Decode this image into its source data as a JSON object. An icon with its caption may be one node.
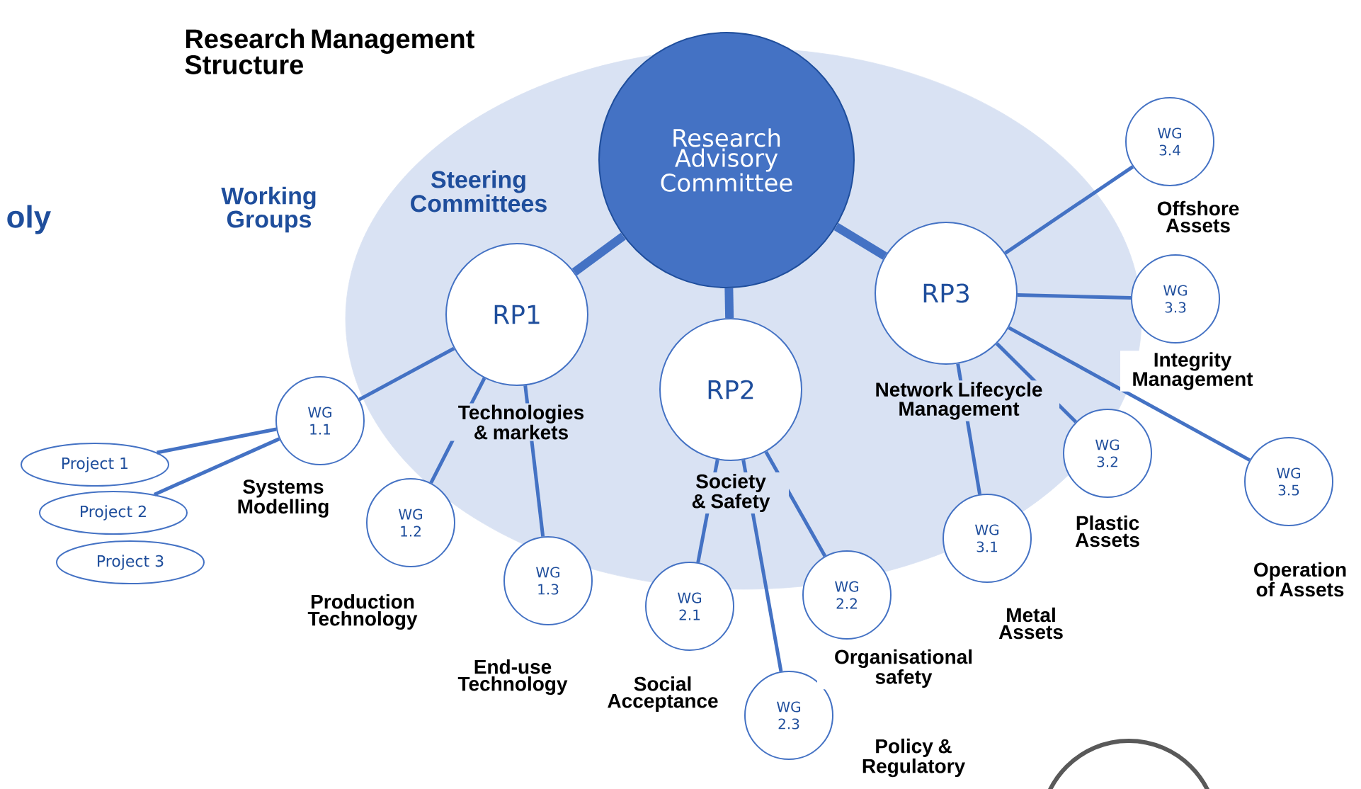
{
  "diagram": {
    "title": "Research Management Structure",
    "nodes": [
      {
        "text": [
          "Steering Committees"
        ]
      },
      {
        "text": [
          "Research Advisory Committee"
        ],
        "in": 0
      },
      {
        "text": [
          "RP1"
        ],
        "beside": [
          "Technologies & markets"
        ],
        "in": 0
      },
      {
        "text": [
          "RP2"
        ],
        "beside": [
          "Society & Safety"
        ],
        "in": 0
      },
      {
        "text": [
          "RP3"
        ],
        "beside": [
          "Network Lifecycle Management"
        ],
        "in": 0
      },
      {
        "text": [
          "WG 1.1"
        ],
        "beside": [
          "Systems Modelling"
        ]
      },
      {
        "text": [
          "WG 1.2"
        ],
        "beside": [
          "Production Technology"
        ]
      },
      {
        "text": [
          "WG 1.3"
        ],
        "beside": [
          "End-use Technology"
        ]
      },
      {
        "text": [
          "WG 2.1"
        ],
        "beside": [
          "Social Acceptance"
        ]
      },
      {
        "text": [
          "WG 2.2"
        ],
        "beside": [
          "Organisational safety"
        ]
      },
      {
        "text": [
          "WG 2.3"
        ],
        "beside": [
          "Policy & Regulatory"
        ]
      },
      {
        "text": [
          "WG 3.1"
        ],
        "beside": [
          "Metal Assets"
        ]
      },
      {
        "text": [
          "WG 3.2"
        ],
        "beside": [
          "Plastic Assets"
        ]
      },
      {
        "text": [
          "WG 3.3"
        ],
        "beside": [
          "Integrity Management"
        ]
      },
      {
        "text": [
          "WG 3.4"
        ],
        "beside": [
          "Offshore Assets"
        ]
      },
      {
        "text": [
          "WG 3.5"
        ],
        "beside": [
          "Operation of Assets"
        ]
      },
      {
        "text": [
          "Project 1"
        ]
      },
      {
        "text": [
          "Project 2"
        ]
      },
      {
        "text": [
          "Project 3"
        ]
      },
      {
        "text": [],
        "shape": "circle"
      }
    ],
    "edges": [
      {
        "from": 1,
        "to": 2,
        "arrow": "none",
        "style": "thick"
      },
      {
        "from": 1,
        "to": 3,
        "arrow": "none",
        "style": "thick"
      },
      {
        "from": 1,
        "to": 4,
        "arrow": "none",
        "style": "thick"
      },
      {
        "from": 2,
        "to": 5,
        "arrow": "none"
      },
      {
        "from": 2,
        "to": 6,
        "arrow": "none"
      },
      {
        "from": 2,
        "to": 7,
        "arrow": "none"
      },
      {
        "from": 3,
        "to": 8,
        "arrow": "none"
      },
      {
        "from": 3,
        "to": 9,
        "arrow": "none"
      },
      {
        "from": 3,
        "to": 10,
        "arrow": "none"
      },
      {
        "from": 4,
        "to": 11,
        "arrow": "none"
      },
      {
        "from": 4,
        "to": 12,
        "arrow": "none"
      },
      {
        "from": 4,
        "to": 13,
        "arrow": "none"
      },
      {
        "from": 4,
        "to": 14,
        "arrow": "none"
      },
      {
        "from": 4,
        "to": 15,
        "arrow": "none"
      },
      {
        "from": 5,
        "to": 16,
        "arrow": "none"
      },
      {
        "from": 5,
        "to": 17,
        "arrow": "none"
      }
    ],
    "labels": [
      "oly",
      "Working Groups"
    ]
  }
}
